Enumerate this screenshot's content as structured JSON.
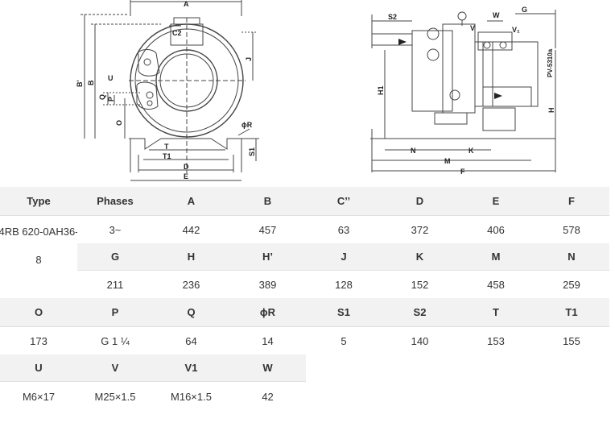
{
  "drawing": {
    "side_view_labels": {
      "A": "A",
      "B_prime": "B'",
      "B": "B",
      "C2": "C2",
      "J": "J",
      "U": "U",
      "Q": "Q",
      "P": "P",
      "O": "O",
      "T": "T",
      "T1": "T1",
      "D": "D",
      "E": "E",
      "phiR": "ϕR",
      "S1": "S1"
    },
    "front_view_labels": {
      "S2": "S2",
      "W": "W",
      "G": "G",
      "V": "V",
      "V1": "V₁",
      "H1": "H1",
      "H": "H",
      "N": "N",
      "K": "K",
      "M": "M",
      "F": "F",
      "model_code": "PV-5310a"
    }
  },
  "table": {
    "header_row_1": [
      "Type",
      "Phases",
      "A",
      "B",
      "C’’",
      "D",
      "E",
      "F"
    ],
    "type_value": "4RB 620-0AH36-8",
    "type_line_1": "4RB 620-0AH36-",
    "type_line_2": "8",
    "value_row_1": [
      "3~",
      "442",
      "457",
      "63",
      "372",
      "406",
      "578"
    ],
    "header_row_2": [
      "G",
      "H",
      "H’",
      "J",
      "K",
      "M",
      "N"
    ],
    "value_row_2": [
      "211",
      "236",
      "389",
      "128",
      "152",
      "458",
      "259"
    ],
    "header_row_3": [
      "O",
      "P",
      "Q",
      "ϕR",
      "S1",
      "S2",
      "T",
      "T1"
    ],
    "value_row_3": [
      "173",
      "G 1 ¼",
      "64",
      "14",
      "5",
      "140",
      "153",
      "155"
    ],
    "header_row_4": [
      "U",
      "V",
      "V1",
      "W"
    ],
    "value_row_4": [
      "M6×17",
      "M25×1.5",
      "M16×1.5",
      "42"
    ]
  }
}
